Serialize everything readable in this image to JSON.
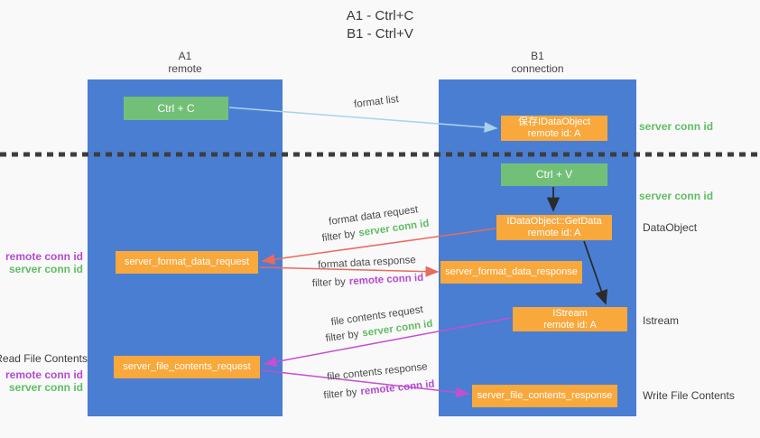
{
  "title": {
    "line1": "A1 - Ctrl+C",
    "line2": "B1 - Ctrl+V"
  },
  "lifelines": [
    {
      "name": "A1",
      "role": "remote"
    },
    {
      "name": "B1",
      "role": "connection"
    }
  ],
  "nodes": {
    "ctrl_c": "Ctrl + C",
    "save_idataobject": {
      "line1": "保存IDataObject",
      "line2": "remote id: A"
    },
    "ctrl_v": "Ctrl + V",
    "getdata": {
      "line1": "IDataObject::GetData",
      "line2": "remote id: A"
    },
    "format_request": "server_format_data_request",
    "format_response": "server_format_data_response",
    "istream": {
      "line1": "IStream",
      "line2": "remote id: A"
    },
    "file_request": "server_file_contents_request",
    "file_response": "server_file_contents_response"
  },
  "arrows": {
    "format_list": {
      "label": "format list"
    },
    "format_data_request": {
      "label": "format data request",
      "filter_prefix": "filter by",
      "filter_key": "server conn id"
    },
    "format_data_response": {
      "label": "format data response",
      "filter_prefix": "filter by",
      "filter_key": "remote conn id"
    },
    "file_contents_request": {
      "label": "file contents request",
      "filter_prefix": "filter by",
      "filter_key": "server conn id"
    },
    "file_contents_response": {
      "label": "file contents response",
      "filter_prefix": "filter by",
      "filter_key": "remote conn id"
    }
  },
  "right_labels": {
    "server_conn_id_top": "server conn id",
    "server_conn_id_mid": "server conn id",
    "dataobject": "DataObject",
    "istream": "Istream",
    "write_file_contents": "Write File Contents"
  },
  "left_labels": {
    "remote_conn_id_1": "remote conn id",
    "server_conn_id_1": "server conn id",
    "read_file_contents": "Read File Contents",
    "remote_conn_id_2": "remote conn id",
    "server_conn_id_2": "server conn id"
  },
  "colors": {
    "lifeline_fill": "#4a7ed3",
    "action_fill": "#72c077",
    "message_fill": "#f9a83c",
    "format_list_arrow": "#a8d2ec",
    "format_data_arrow": "#e96a5f",
    "file_contents_arrow": "#c44fd0",
    "black_arrow": "#2b2b2b",
    "server_conn_text": "#5fbd64",
    "remote_conn_text": "#b44ad0",
    "background": "#f9f9f9"
  }
}
